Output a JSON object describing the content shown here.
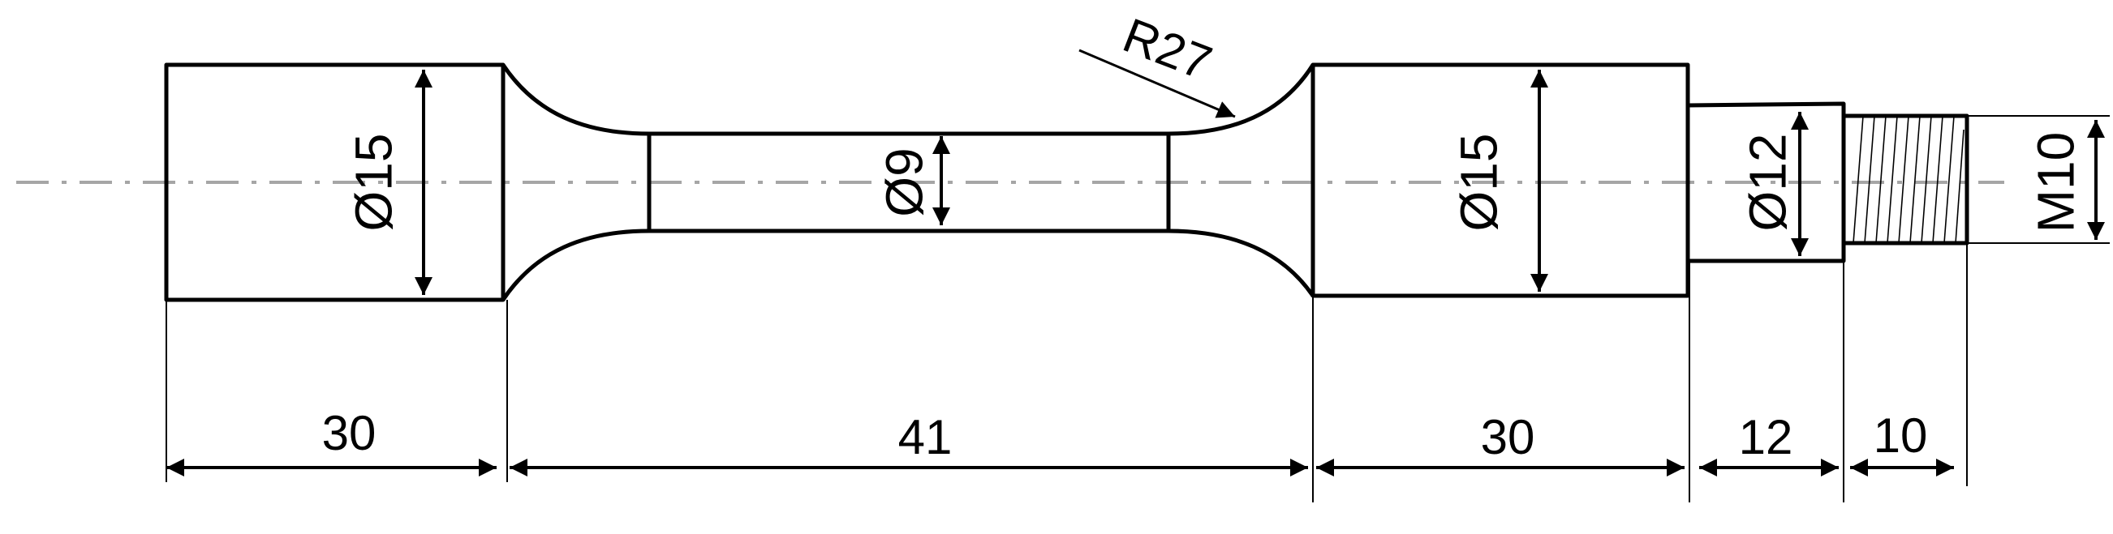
{
  "labels": {
    "diameter_left": "Ø15",
    "diameter_gauge": "Ø9",
    "diameter_right": "Ø15",
    "diameter_step": "Ø12",
    "thread": "M10",
    "radius": "R27",
    "length_left": "30",
    "length_gauge": "41",
    "length_right": "30",
    "length_step": "12",
    "length_thread": "10"
  }
}
